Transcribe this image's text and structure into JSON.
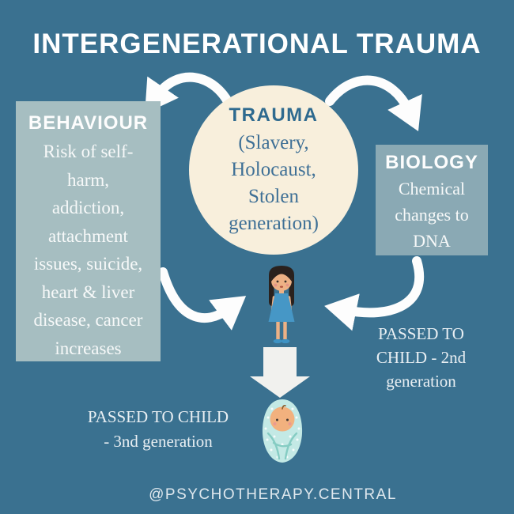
{
  "title": "INTERGENERATIONAL TRAUMA",
  "center_circle": {
    "heading": "TRAUMA",
    "body": "(Slavery,\nHolocaust,\nStolen\ngeneration)"
  },
  "behaviour_box": {
    "heading": "BEHAVIOUR",
    "body": "Risk of self-\nharm,\naddiction,\nattachment\nissues, suicide,\nheart & liver\ndisease, cancer\nincreases"
  },
  "biology_box": {
    "heading": "BIOLOGY",
    "body": "Chemical\nchanges to\nDNA"
  },
  "labels": {
    "passed_2nd": "PASSED TO\nCHILD - 2nd\ngeneration",
    "passed_3rd": "PASSED TO CHILD\n- 3nd generation"
  },
  "footer": "@PSYCHOTHERAPY.CENTRAL",
  "icons": {
    "girl": "girl-child-icon",
    "baby": "swaddled-baby-icon",
    "arrow_trauma_to_behaviour": "curved-arrow-trauma-to-behaviour",
    "arrow_trauma_to_biology": "curved-arrow-trauma-to-biology",
    "arrow_behaviour_to_child": "curved-arrow-behaviour-to-child",
    "arrow_biology_to_child": "curved-arrow-biology-to-child",
    "arrow_child_to_baby": "down-block-arrow-child-to-baby"
  },
  "colors": {
    "background": "#3a7190",
    "circle_fill": "#f8efdc",
    "behaviour_box_fill": "#a6bec1",
    "biology_box_fill": "#8aa9b4",
    "trauma_heading_text": "#2e6a8f",
    "circle_body_text": "#3f7096",
    "light_text": "#f7f9f9",
    "arrow_white": "#fdfdfd",
    "girl_dress": "#4697c6",
    "skin": "#edb185",
    "baby_blanket": "#c3e9e5"
  }
}
